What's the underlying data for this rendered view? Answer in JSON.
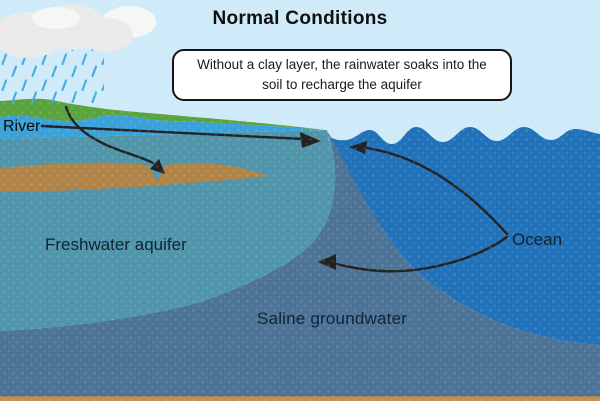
{
  "title": "Normal Conditions",
  "callout": {
    "line1": "Without a clay layer, the rainwater soaks into the",
    "line2": "soil to recharge the aquifer"
  },
  "labels": {
    "river": "River",
    "freshwater_aquifer": "Freshwater aquifer",
    "ocean": "Ocean",
    "saline_groundwater": "Saline groundwater"
  },
  "icons": {
    "cloud": "cloud-icon",
    "rain": "rain-icon"
  },
  "colors": {
    "sky": "#cfeaf8",
    "ocean": "#2272ba",
    "saline_groundwater": "#4d7496",
    "freshwater_aquifer": "#5095aa",
    "river_water": "#3ba1d9",
    "grass": "#5aa33e",
    "sediment": "#b08348",
    "seabed_strip": "#c28e58",
    "seabed_edge": "#8f6138",
    "cloud": "#eaeaea",
    "cloud_highlight": "#f6f6f6",
    "rain": "#4aacdf",
    "arrow": "#222222",
    "text": "#0f2433"
  }
}
